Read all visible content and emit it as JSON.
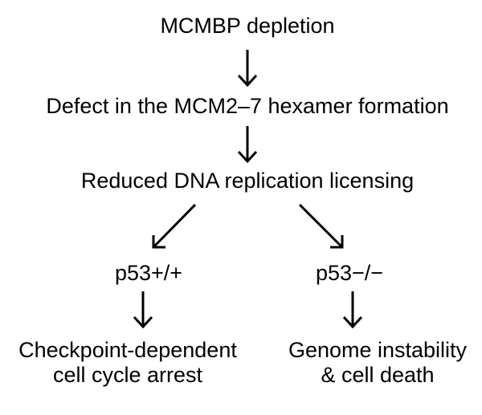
{
  "diagram": {
    "nodes": {
      "depletion": "MCMBP depletion",
      "defect": "Defect in the MCM2–7 hexamer formation",
      "reduced": "Reduced DNA replication licensing",
      "p53_wt": "p53+/+",
      "p53_null": "p53−/−",
      "arrest_line1": "Checkpoint-dependent",
      "arrest_line2": "cell cycle arrest",
      "death_line1": "Genome instability",
      "death_line2": "& cell death"
    },
    "edges": [
      {
        "from": "depletion",
        "to": "defect"
      },
      {
        "from": "defect",
        "to": "reduced"
      },
      {
        "from": "reduced",
        "to": "p53_wt"
      },
      {
        "from": "reduced",
        "to": "p53_null"
      },
      {
        "from": "p53_wt",
        "to": "arrest"
      },
      {
        "from": "p53_null",
        "to": "death"
      }
    ]
  }
}
